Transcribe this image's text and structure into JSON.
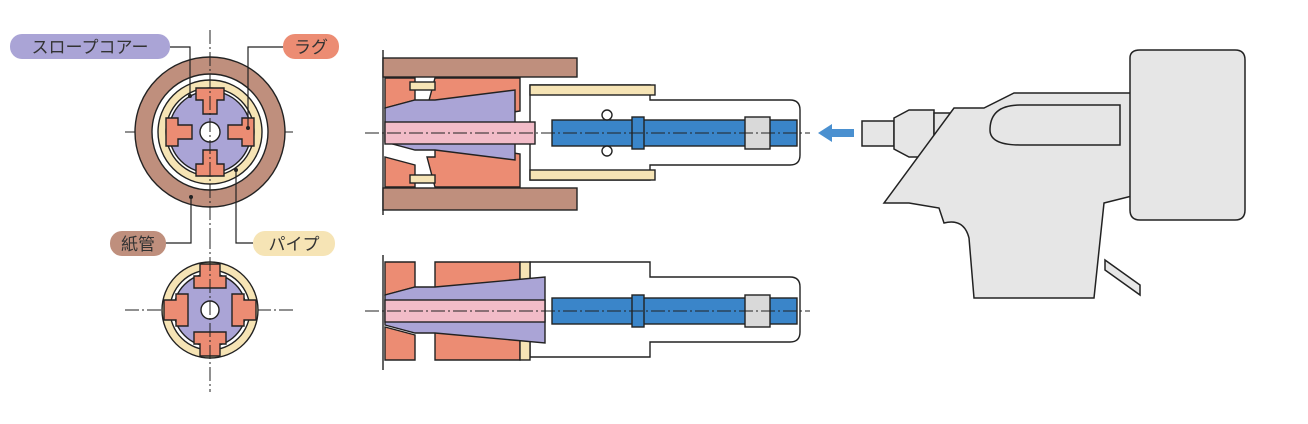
{
  "labels": {
    "slope_core": "スロープコアー",
    "lug": "ラグ",
    "paper_tube": "紙管",
    "pipe": "パイプ"
  },
  "colors": {
    "paper_tube": "#bf8f7d",
    "lug": "#ec8c73",
    "slope_core": "#aaa4d6",
    "pipe": "#f6e4b5",
    "shaft": "#f2bcc8",
    "bolt": "#3a85c9",
    "arrow": "#4a90d0",
    "tool": "#e6e6e6"
  }
}
